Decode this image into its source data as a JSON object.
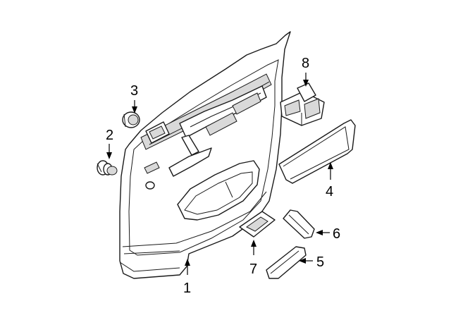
{
  "callouts": [
    {
      "id": "1",
      "label": "1"
    },
    {
      "id": "2",
      "label": "2"
    },
    {
      "id": "3",
      "label": "3"
    },
    {
      "id": "4",
      "label": "4"
    },
    {
      "id": "5",
      "label": "5"
    },
    {
      "id": "6",
      "label": "6"
    },
    {
      "id": "7",
      "label": "7"
    },
    {
      "id": "8",
      "label": "8"
    }
  ],
  "colors": {
    "line": "#1a1a1a",
    "background": "#ffffff",
    "shade": "#d9d9d9"
  }
}
